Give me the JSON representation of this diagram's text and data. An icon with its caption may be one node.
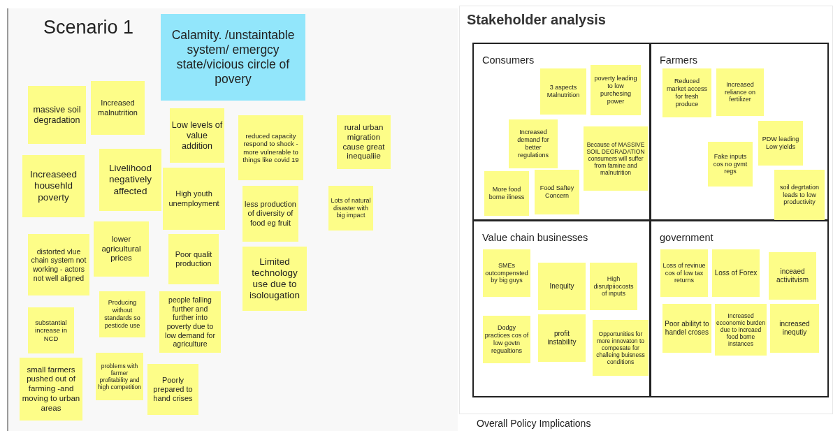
{
  "diagram": {
    "nodes": [
      {
        "text": [
          "Scenario 1"
        ]
      },
      {
        "text": [
          "Calamity. /unstaintable system/ emergcy state/vicious circle of povery"
        ],
        "in": 0
      },
      {
        "text": [
          "massive soil degradation"
        ],
        "in": 0
      },
      {
        "text": [
          "Increased malnutrition"
        ],
        "in": 0
      },
      {
        "text": [
          "Low levels of value addition"
        ],
        "in": 0
      },
      {
        "text": [
          "reduced capacity respond to shock - more vulnerable to things like covid 19"
        ],
        "in": 0
      },
      {
        "text": [
          "rural urban migration cause great inequaliie"
        ],
        "in": 0
      },
      {
        "text": [
          "Increaseed househld poverty"
        ],
        "in": 0
      },
      {
        "text": [
          "Livelihood negatively affected"
        ],
        "in": 0
      },
      {
        "text": [
          "High youth unemployment"
        ],
        "in": 0
      },
      {
        "text": [
          "less production of diversity of food eg fruit"
        ],
        "in": 0
      },
      {
        "text": [
          "Lots of natural disaster with big impact"
        ],
        "in": 0
      },
      {
        "text": [
          "distorted vlue chain system not working - actors not well aligned"
        ],
        "in": 0
      },
      {
        "text": [
          "lower agricultural prices"
        ],
        "in": 0
      },
      {
        "text": [
          "Poor qualit production"
        ],
        "in": 0
      },
      {
        "text": [
          "Limited technology use due to isolougation"
        ],
        "in": 0
      },
      {
        "text": [
          "Producing without standards so pesticde use"
        ],
        "in": 0
      },
      {
        "text": [
          "people falling further and further into poverty due to low demand for agriculture"
        ],
        "in": 0
      },
      {
        "text": [
          "substantial increase in NCD"
        ],
        "in": 0
      },
      {
        "text": [
          "small farmers pushed out of farming -and moving to urban areas"
        ],
        "in": 0
      },
      {
        "text": [
          "problems with farmer profitability and high competition"
        ],
        "in": 0
      },
      {
        "text": [
          "Poorly prepared to hand crises"
        ],
        "in": 0
      },
      {
        "text": [
          "Stakeholder analysis"
        ]
      },
      {
        "text": [
          "Consumers"
        ],
        "in": 22
      },
      {
        "text": [
          "3 aspects Malnutrition"
        ],
        "in": 23
      },
      {
        "text": [
          "poverty leading to low purchesing power"
        ],
        "in": 23
      },
      {
        "text": [
          "Increased demand for better regulations"
        ],
        "in": 23
      },
      {
        "text": [
          "Because of MASSIVE SOIL DEGRADATION consumers will suffer from famine and malnutrition"
        ],
        "in": 23
      },
      {
        "text": [
          "More food borne iliness"
        ],
        "in": 23
      },
      {
        "text": [
          "Food Saftey Concern"
        ],
        "in": 23
      },
      {
        "text": [
          "Farmers"
        ],
        "in": 22
      },
      {
        "text": [
          "Reduced market access for fresh produce"
        ],
        "in": 30
      },
      {
        "text": [
          "Increased reliance on fertilizer"
        ],
        "in": 30
      },
      {
        "text": [
          "PDW leading Low yields"
        ],
        "in": 30
      },
      {
        "text": [
          "Fake inputs cos no gvmt regs"
        ],
        "in": 30
      },
      {
        "text": [
          "soil degrtation leads to low productivity"
        ],
        "in": 30
      },
      {
        "text": [
          "Value chain businesses"
        ],
        "in": 22
      },
      {
        "text": [
          "SMEs outcompensted by big guys"
        ],
        "in": 36
      },
      {
        "text": [
          "Inequity"
        ],
        "in": 36
      },
      {
        "text": [
          "High disrutpiiocosts of inputs"
        ],
        "in": 36
      },
      {
        "text": [
          "Dodgy practices cos of low govtn regualtions"
        ],
        "in": 36
      },
      {
        "text": [
          "profit instability"
        ],
        "in": 36
      },
      {
        "text": [
          "Opportunities for more innovaton to compesate for challeing buisness conditions"
        ],
        "in": 36
      },
      {
        "text": [
          "government"
        ],
        "in": 22
      },
      {
        "text": [
          "Loss of revinue cos of low tax returns"
        ],
        "in": 43
      },
      {
        "text": [
          "Loss of Forex"
        ],
        "in": 43
      },
      {
        "text": [
          "inceaed activitvism"
        ],
        "in": 43
      },
      {
        "text": [
          "Poor abilityt to handel croses"
        ],
        "in": 43
      },
      {
        "text": [
          "Increased ecoonomic burden due to increaed food borne instances"
        ],
        "in": 43
      },
      {
        "text": [
          "increased inequtiy"
        ],
        "in": 43
      }
    ],
    "labels": [
      "Overall Policy Implications"
    ]
  }
}
